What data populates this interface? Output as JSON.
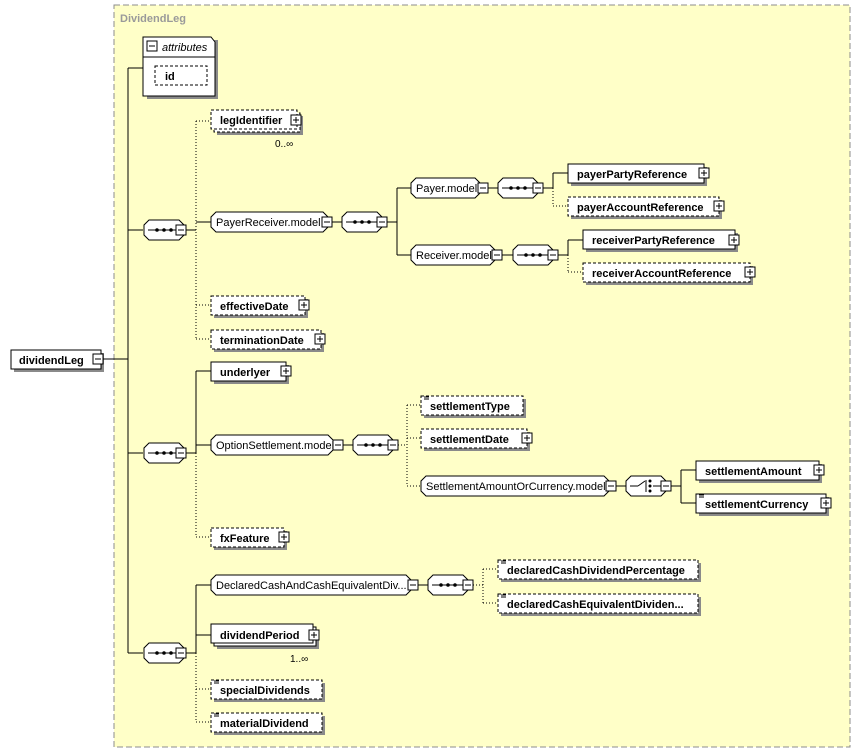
{
  "complex_type": "DividendLeg",
  "root_element": "dividendLeg",
  "attributes_group": {
    "label": "attributes",
    "items": [
      "id"
    ]
  },
  "elements": {
    "legIdentifier": "legIdentifier",
    "legIdentifier_card": "0..∞",
    "payerReceiverModel": "PayerReceiver.model",
    "payerModel": "Payer.model",
    "payerPartyReference": "payerPartyReference",
    "payerAccountReference": "payerAccountReference",
    "receiverModel": "Receiver.model",
    "receiverPartyReference": "receiverPartyReference",
    "receiverAccountReference": "receiverAccountReference",
    "effectiveDate": "effectiveDate",
    "terminationDate": "terminationDate",
    "underlyer": "underlyer",
    "optionSettlementModel": "OptionSettlement.model",
    "settlementType": "settlementType",
    "settlementDate": "settlementDate",
    "settlementAmountOrCurrencyModel": "SettlementAmountOrCurrency.model",
    "settlementAmount": "settlementAmount",
    "settlementCurrency": "settlementCurrency",
    "fxFeature": "fxFeature",
    "declaredCashModel": "DeclaredCashAndCashEquivalentDiv...",
    "declaredCashDividendPercentage": "declaredCashDividendPercentage",
    "declaredCashEquivalentDividend": "declaredCashEquivalentDividen...",
    "dividendPeriod": "dividendPeriod",
    "dividendPeriod_card": "1..∞",
    "specialDividends": "specialDividends",
    "materialDividend": "materialDividend"
  },
  "colors": {
    "container_fill": "#ffffc8",
    "container_border": "#8c8c8c",
    "title_color": "#9a9a9a"
  }
}
